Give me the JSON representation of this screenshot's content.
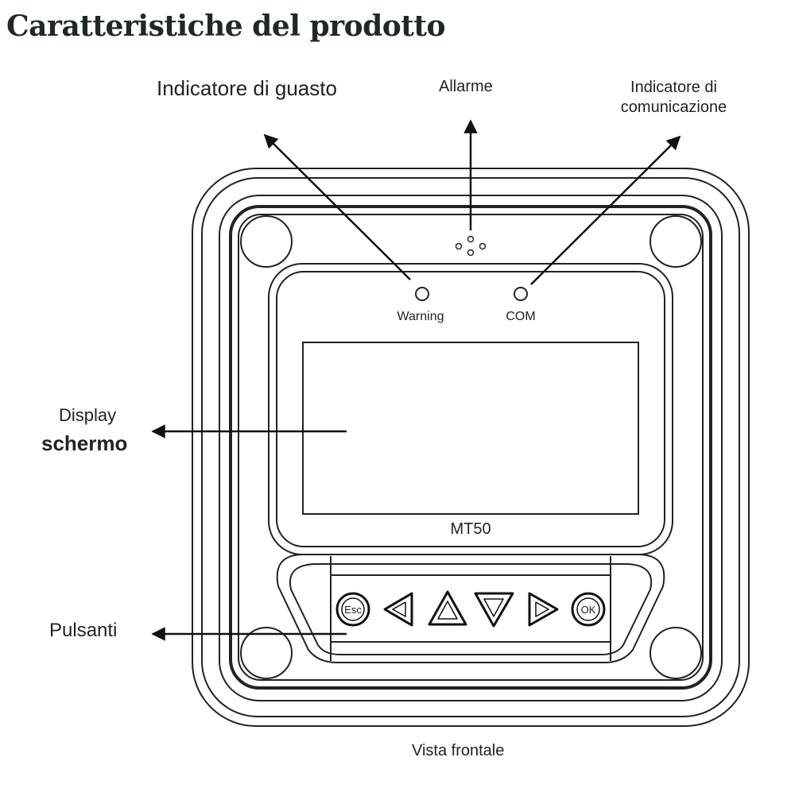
{
  "title": "Caratteristiche del prodotto",
  "callouts": {
    "fault_indicator": "Indicatore di guasto",
    "alarm": "Allarme",
    "comm_indicator_line1": "Indicatore di",
    "comm_indicator_line2": "comunicazione",
    "display_line1": "Display",
    "display_line2": "schermo",
    "buttons": "Pulsanti"
  },
  "device": {
    "warning_led_label": "Warning",
    "com_led_label": "COM",
    "model": "MT50",
    "buttons": {
      "esc": "Esc",
      "ok": "OK"
    }
  },
  "caption": "Vista frontale"
}
